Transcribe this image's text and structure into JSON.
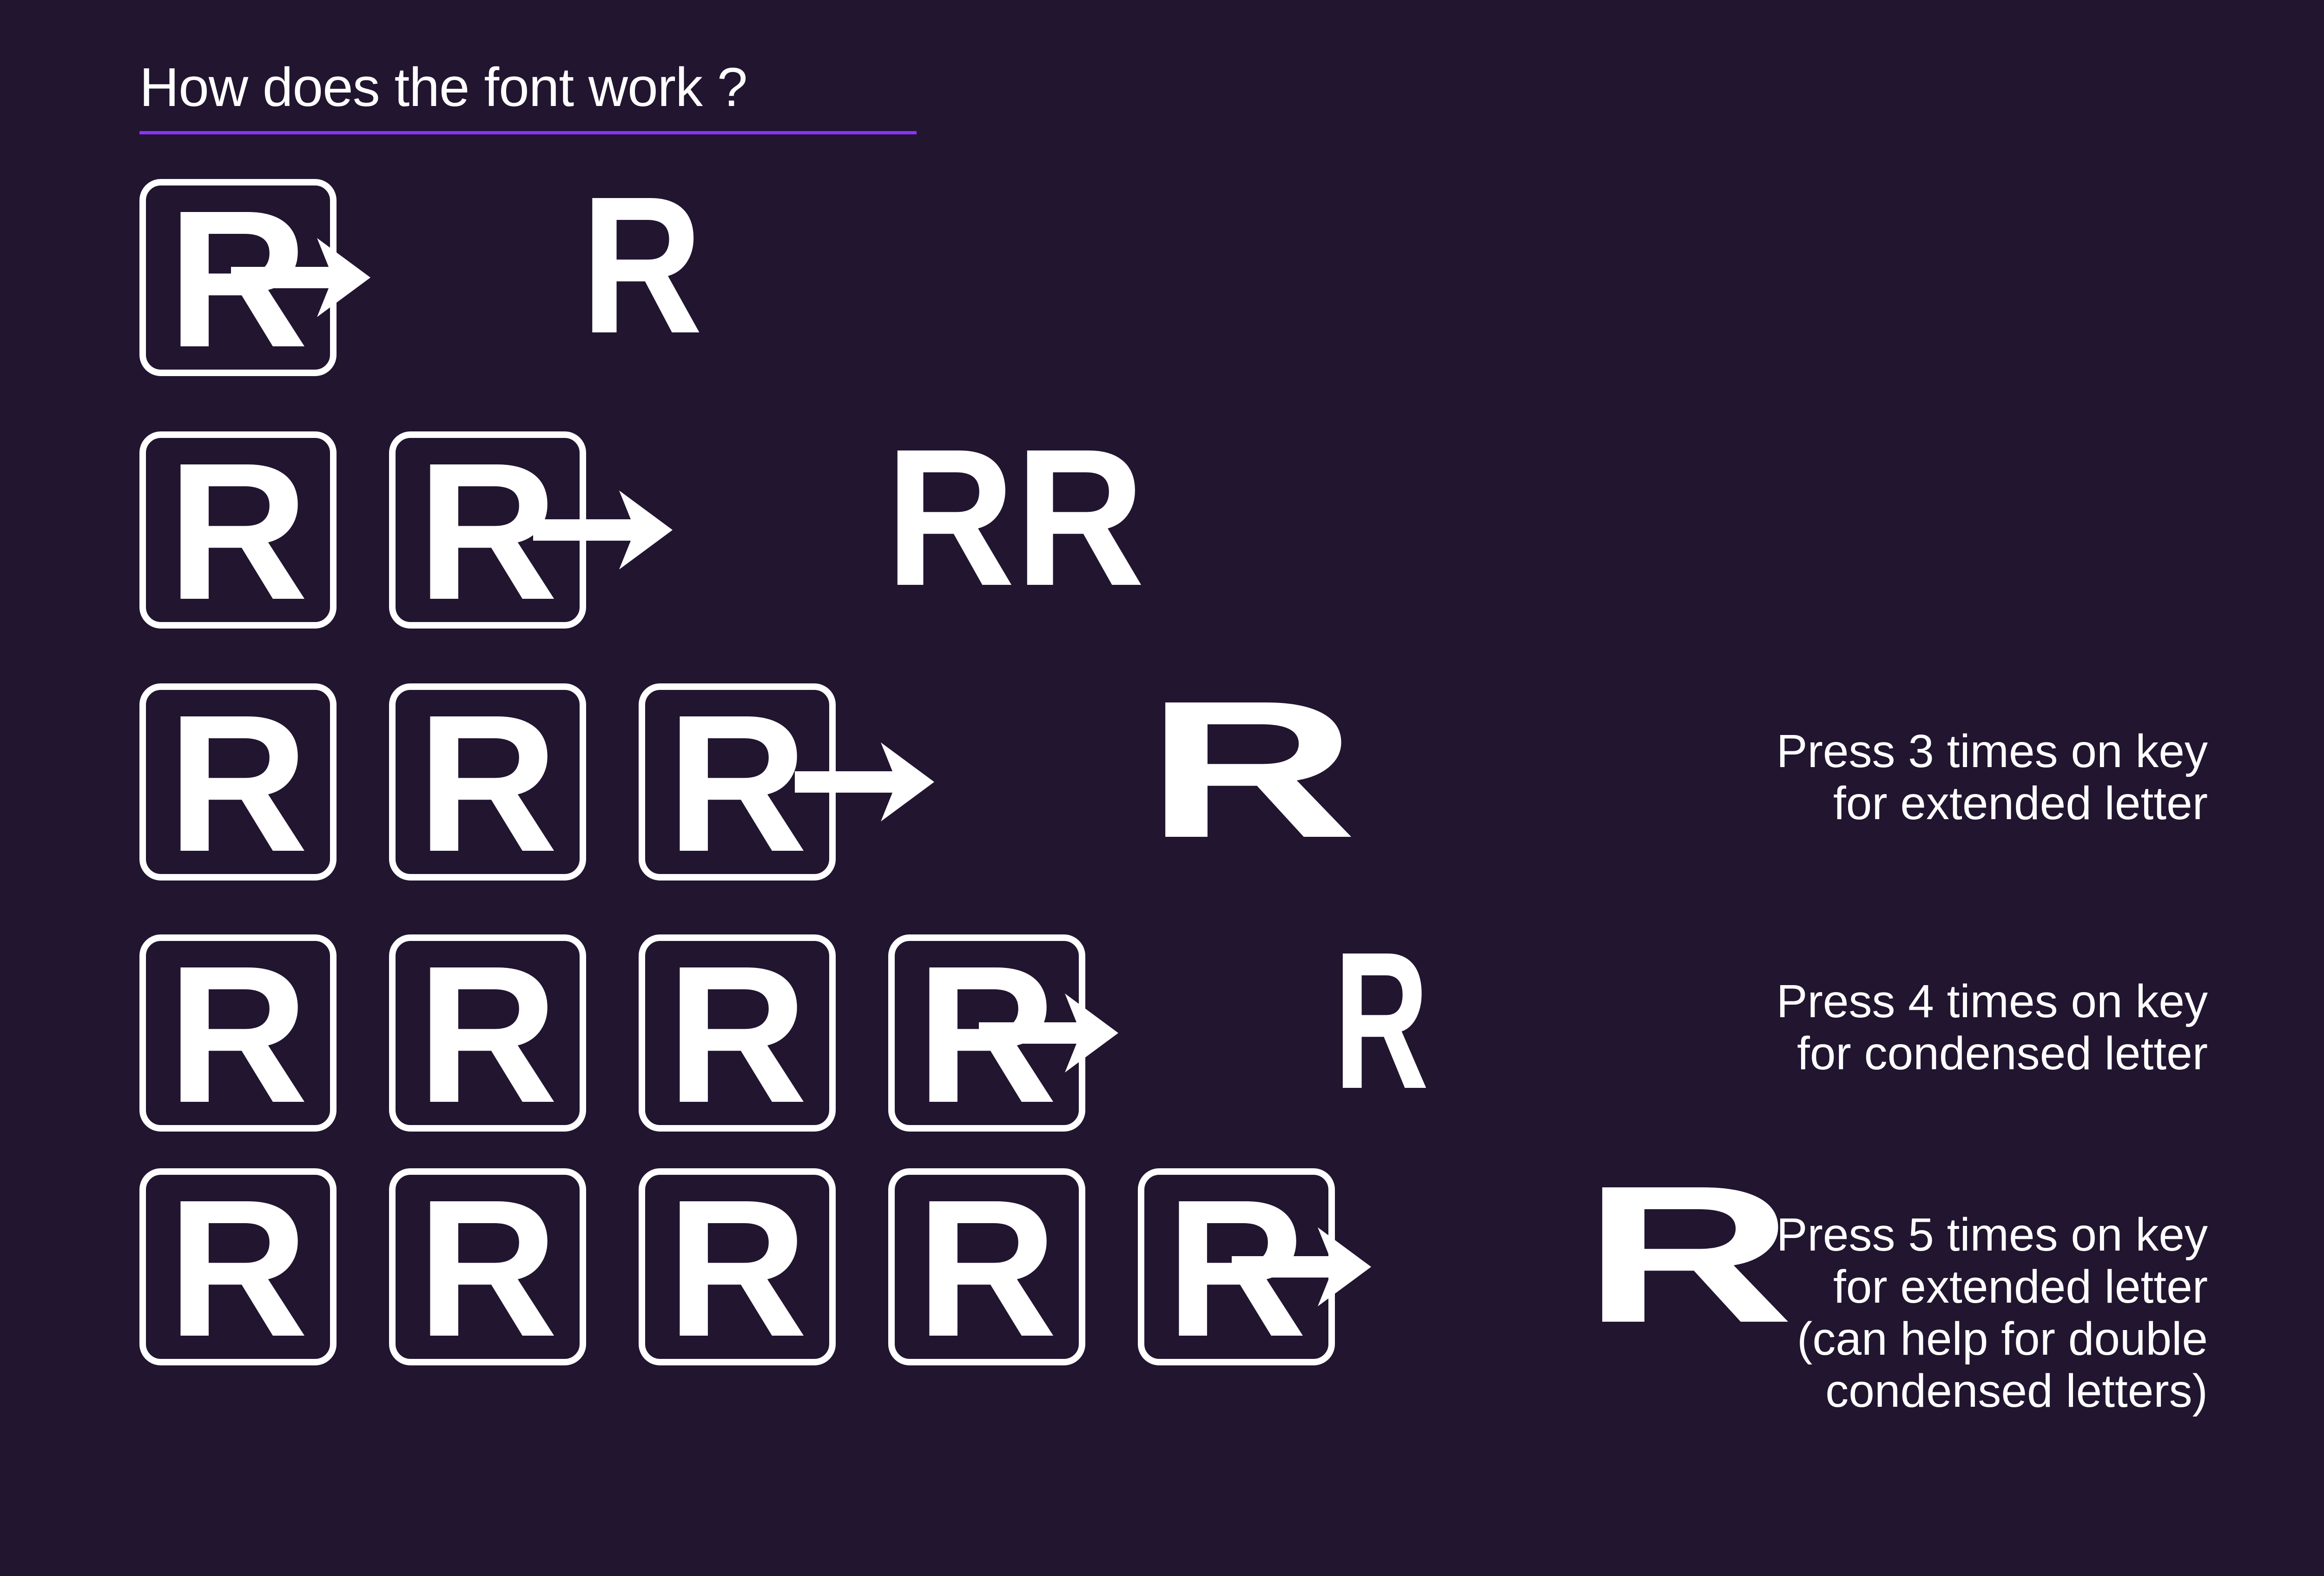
{
  "title": "How does the font work ?",
  "colors": {
    "background": "#211530",
    "accent": "#8a33ff",
    "foreground": "#ffffff"
  },
  "key_letter": "R",
  "rows": [
    {
      "presses": 1,
      "result": "R",
      "style": "normal"
    },
    {
      "presses": 2,
      "result": "RR",
      "style": "normal"
    },
    {
      "presses": 3,
      "result": "R",
      "style": "extended",
      "note": [
        "Press 3 times on key",
        "for extended letter"
      ]
    },
    {
      "presses": 4,
      "result": "R",
      "style": "condensed",
      "note": [
        "Press 4 times on key",
        "for condensed letter"
      ]
    },
    {
      "presses": 5,
      "result": "R",
      "style": "extended",
      "note": [
        "Press 5 times on key",
        "for extended letter",
        "(can help for double",
        "condensed letters)"
      ]
    }
  ],
  "icons": {
    "arrow": "arrow-right-icon",
    "key": "keycap"
  }
}
